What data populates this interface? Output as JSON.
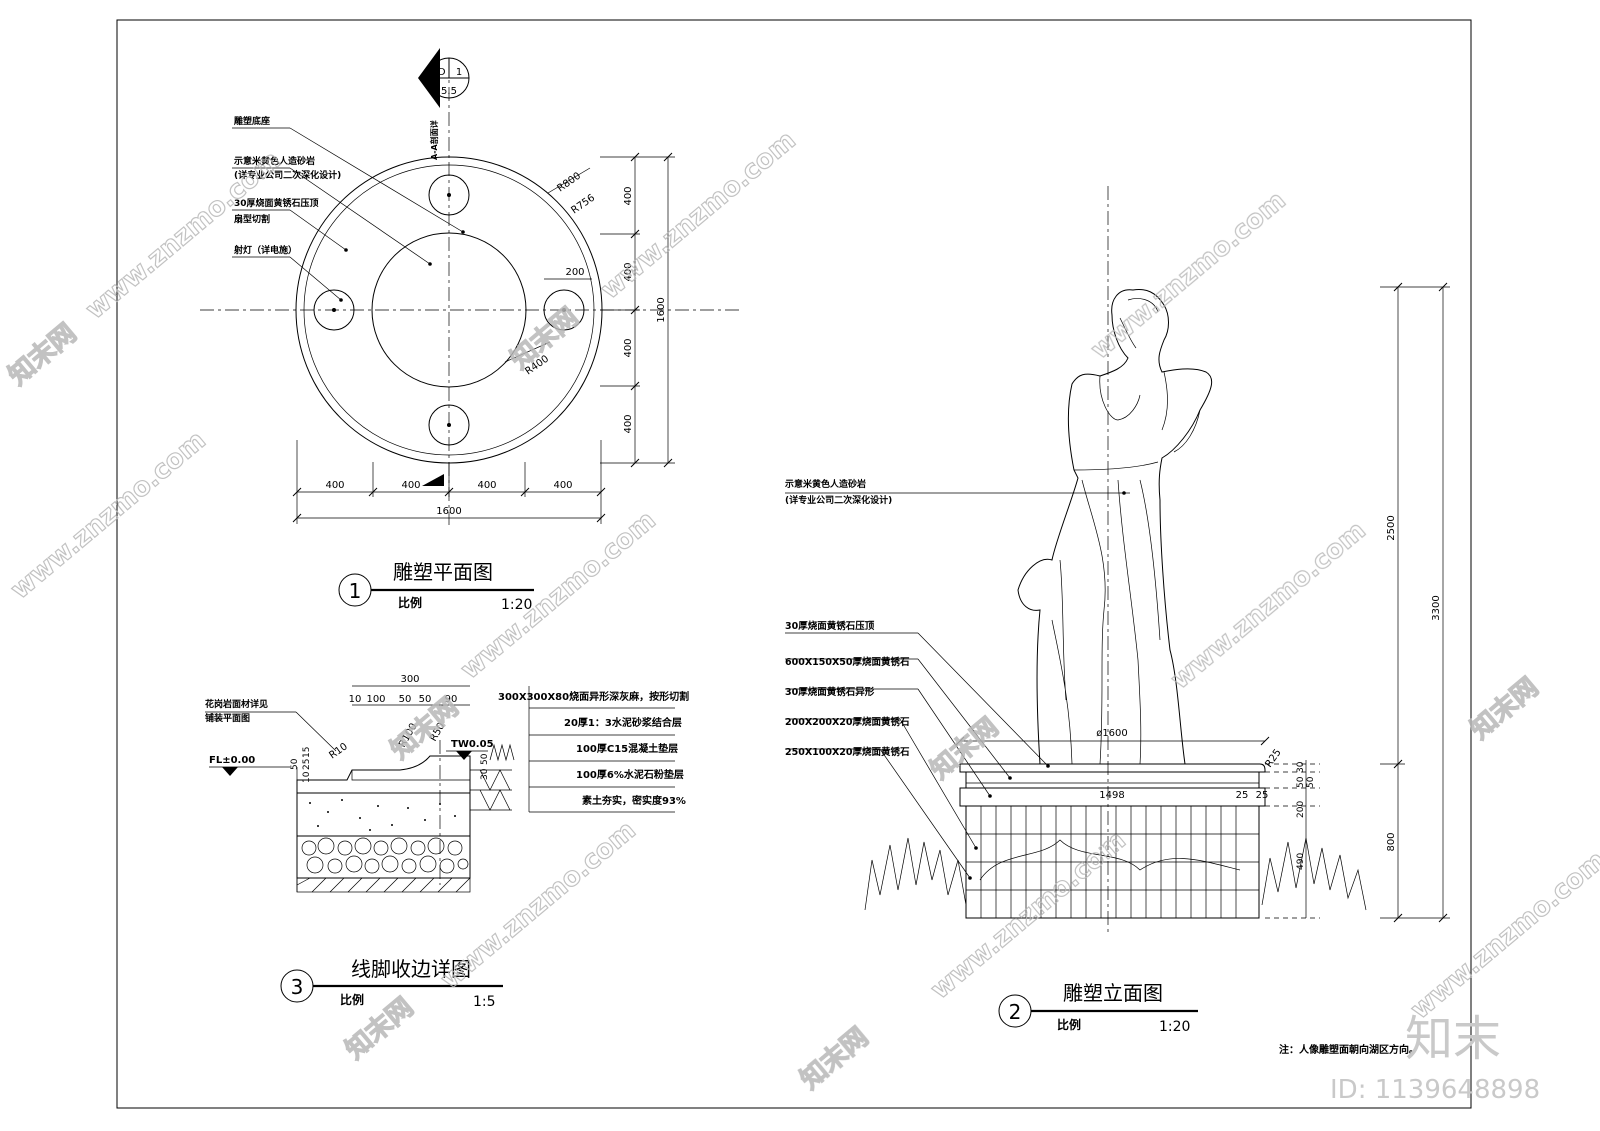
{
  "plan": {
    "title": "雕塑平面图",
    "number": "1",
    "scale_label": "比例",
    "scale": "1:20",
    "section_mark": {
      "label": "LD",
      "index": "1",
      "sheet": "5.5",
      "text": "A-A剖面详"
    },
    "labels": [
      "雕塑底座",
      "示意米黄色人造砂岩",
      "(详专业公司二次深化设计)",
      "30厚烧面黄锈石压顶",
      "扇型切割",
      "射灯（详电施）"
    ],
    "radii": [
      "R800",
      "R756",
      "R400"
    ],
    "dim_200": "200",
    "dims_vertical": [
      "400",
      "400",
      "400",
      "400"
    ],
    "dim_vertical_total": "1600",
    "dims_horizontal": [
      "400",
      "400",
      "400",
      "400"
    ],
    "dim_horizontal_total": "1600"
  },
  "elevation": {
    "title": "雕塑立面图",
    "number": "2",
    "scale_label": "比例",
    "scale": "1:20",
    "statue_label": [
      "示意米黄色人造砂岩",
      "(详专业公司二次深化设计)"
    ],
    "material_labels": [
      "30厚烧面黄锈石压顶",
      "600X150X50厚烧面黄锈石",
      "30厚烧面黄锈石异形",
      "200X200X20厚烧面黄锈石",
      "250X100X20厚烧面黄锈石"
    ],
    "dia": "ø1600",
    "r25": "R25",
    "width": "1498",
    "edge_dims": [
      "25",
      "25"
    ],
    "right_dims": [
      "30",
      "50",
      "50",
      "200",
      "490"
    ],
    "dims_outer": [
      "2500",
      "800"
    ],
    "dim_total": "3300"
  },
  "detail": {
    "title": "线脚收边详图",
    "number": "3",
    "scale_label": "比例",
    "scale": "1:5",
    "left_note": [
      "花岗岩面材详见",
      "铺装平面图"
    ],
    "level_left": "FL±0.00",
    "level_right": "TW0.05",
    "top_dim": "300",
    "sub_dims": [
      "10",
      "100",
      "50",
      "50",
      "90"
    ],
    "radii": [
      "R10",
      "R100",
      "R50"
    ],
    "left_dims": [
      "50",
      "10",
      "25",
      "15"
    ],
    "right_dims": [
      "30",
      "50"
    ],
    "layers": [
      "300X300X80烧面异形深灰麻，按形切割",
      "20厚1：3水泥砂浆结合层",
      "100厚C15混凝土垫层",
      "100厚6%水泥石粉垫层",
      "素土夯实，密实度93%"
    ]
  },
  "note": "注：人像雕塑面朝向湖区方向。",
  "watermark": {
    "site": "www.znzmo.com",
    "brand": "知末网",
    "logo": "知末",
    "id": "ID: 1139648898"
  }
}
